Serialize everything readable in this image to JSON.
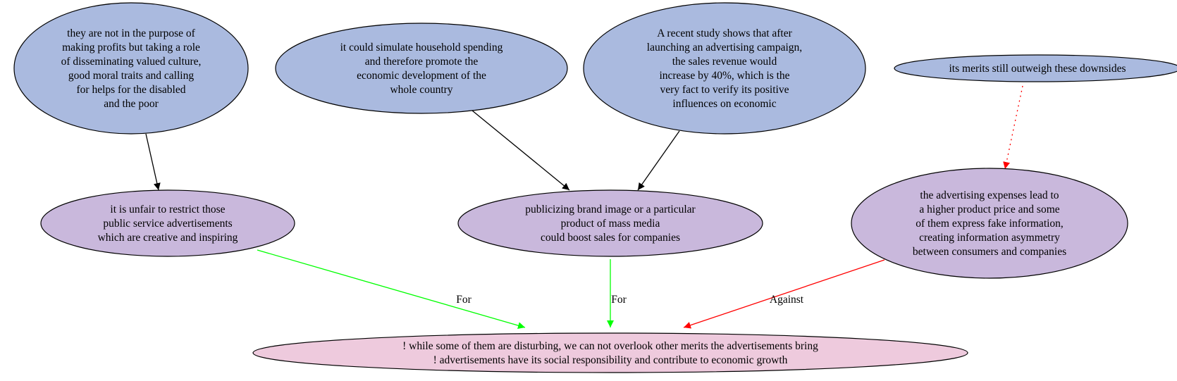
{
  "colors": {
    "premise": "#aabadf",
    "argument": "#c9b8dc",
    "conclusion": "#eecadd",
    "support": "#00ff00",
    "attack": "#ff0000",
    "default": "#000000"
  },
  "nodes": {
    "n1": {
      "kind": "premise",
      "lines": [
        "they are not in the purpose of",
        "making profits but taking a role",
        "of disseminating valued culture,",
        "good moral traits and calling",
        "for helps for the disabled",
        "and the poor"
      ]
    },
    "n2": {
      "kind": "premise",
      "lines": [
        "it could simulate household spending",
        "and therefore promote the",
        "economic development of the",
        "whole country"
      ]
    },
    "n3": {
      "kind": "premise",
      "lines": [
        "A recent study shows that after",
        "launching an advertising campaign,",
        "the sales revenue would",
        "increase by 40%, which is the",
        "very fact to verify its positive",
        "influences on economic"
      ]
    },
    "n4": {
      "kind": "premise",
      "lines": [
        "its merits still outweigh these downsides"
      ]
    },
    "n5": {
      "kind": "argument",
      "lines": [
        "it is unfair to restrict those",
        "public service advertisements",
        "which are creative and inspiring"
      ]
    },
    "n6": {
      "kind": "argument",
      "lines": [
        "publicizing brand image or a particular",
        "product of mass media",
        "could boost sales for companies"
      ]
    },
    "n7": {
      "kind": "argument",
      "lines": [
        "the advertising expenses lead to",
        "a higher product price and some",
        "of them express fake information,",
        "creating information asymmetry",
        "between consumers and companies"
      ]
    },
    "n8": {
      "kind": "conclusion",
      "lines": [
        "! while some of them are disturbing, we can not overlook other merits the advertisements bring",
        "! advertisements have its social responsibility and contribute to economic growth"
      ]
    }
  },
  "edges": [
    {
      "from": "n1",
      "to": "n5",
      "type": "default",
      "label": ""
    },
    {
      "from": "n2",
      "to": "n6",
      "type": "default",
      "label": ""
    },
    {
      "from": "n3",
      "to": "n6",
      "type": "default",
      "label": ""
    },
    {
      "from": "n4",
      "to": "n7",
      "type": "attack-dotted",
      "label": ""
    },
    {
      "from": "n5",
      "to": "n8",
      "type": "support",
      "label": "For"
    },
    {
      "from": "n6",
      "to": "n8",
      "type": "support",
      "label": "For"
    },
    {
      "from": "n7",
      "to": "n8",
      "type": "attack",
      "label": "Against"
    }
  ]
}
